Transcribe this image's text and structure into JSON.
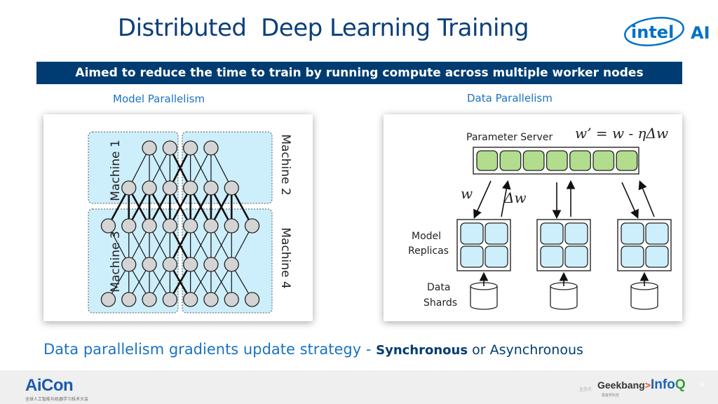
{
  "slide": {
    "title": "Distributed  Deep Learning Training",
    "banner": "Aimed to reduce the time to train by running compute across multiple worker nodes",
    "page_number": "4"
  },
  "logos": {
    "intel": "intel",
    "intel_suffix": "AI",
    "aicon": "AiCon",
    "aicon_subtitle": "全球人工智能与机器学习技术大会",
    "sponsor_label": "主办方",
    "geekbang": "Geekbang",
    "geekbang_arrow": ">.",
    "geekbang_subtitle": "极客邦科技",
    "infoq": "Info",
    "infoq_q": "Q"
  },
  "model_parallelism": {
    "label": "Model Parallelism",
    "machines": [
      "Machine 1",
      "Machine 2",
      "Machine 3",
      "Machine 4"
    ],
    "layers": [
      4,
      6,
      8,
      6,
      8
    ]
  },
  "data_parallelism": {
    "label": "Data Parallelism",
    "server_label": "Parameter Server",
    "formula": "w’ = w - ηΔw",
    "w_label": "w",
    "dw_label": "Δw",
    "replicas_label_1": "Model",
    "replicas_label_2": "Replicas",
    "shards_label_1": "Data",
    "shards_label_2": "Shards",
    "server_cells": 7,
    "replica_count": 3
  },
  "bottom": {
    "prefix": "Data parallelism gradients update strategy - ",
    "sync": "Synchronous",
    "or": " or ",
    "async": "Asynchronous"
  },
  "colors": {
    "title": "#0b3f7a",
    "banner_bg": "#003c71",
    "accent": "#1a73c2",
    "machine_fill": "#cdeefb",
    "server_cell": "#b2dc8e",
    "replica_cell": "#cdeefb",
    "node": "#d4d4d4"
  }
}
